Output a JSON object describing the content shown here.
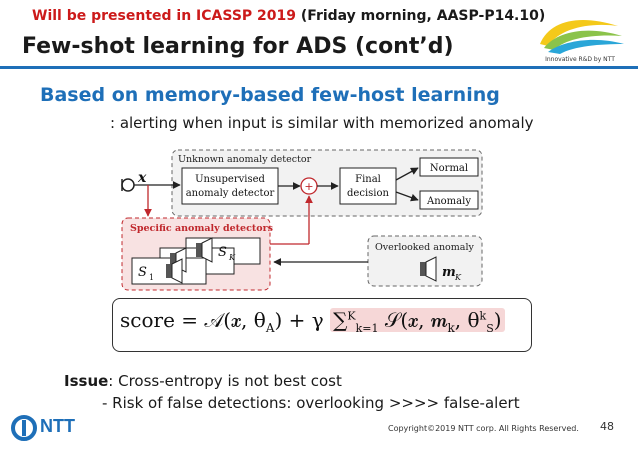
{
  "header": {
    "note_prefix": "Will be presented in ICASSP 2019",
    "note_suffix": " (Friday morning, AASP-P14.10)",
    "title": "Few-shot learning for ADS (cont’d)",
    "logo_caption": "Innovative R&D by NTT"
  },
  "body": {
    "heading": "Based on memory-based few-host learning",
    "subheading": ": alerting when input is similar with memorized anomaly"
  },
  "diagram": {
    "unknown_label": "Unknown anomaly detector",
    "unsup_line1": "Unsupervised",
    "unsup_line2": "anomaly detector",
    "final_line1": "Final",
    "final_line2": "decision",
    "normal": "Normal",
    "anomaly": "Anomaly",
    "specific_label": "Specific anomaly detectors",
    "overlooked_label": "Overlooked anomaly",
    "plus": "+",
    "input_var": "x",
    "s1": "S",
    "s1_sub": "1",
    "sk": "S",
    "sk_sub": "K",
    "mk": "m",
    "mk_sub": "K"
  },
  "formula": {
    "lhs": "score = ",
    "term1": "𝒜(𝒙, θ",
    "term1_sub": "A",
    "term1_close": ") + γ ",
    "sum": "∑",
    "sum_sup": "K",
    "sum_sub": "k=1",
    "term2": " 𝒮(𝒙, 𝒎",
    "term2_sub": "k",
    "term2_mid": ", θ",
    "term2_sup": "k",
    "term2_sub2": "S",
    "term2_close": ")"
  },
  "issue": {
    "label": "Issue",
    "line1": ": Cross-entropy is not best cost",
    "line2": "- Risk of false detections: overlooking >>>> false-alert"
  },
  "footer": {
    "brand": "NTT",
    "copyright": "Copyright©2019  NTT corp. All Rights Reserved.",
    "page": "48"
  },
  "colors": {
    "accent_blue": "#1e6fb8",
    "note_red": "#cc1a1a",
    "specific_red": "#c0282d"
  }
}
